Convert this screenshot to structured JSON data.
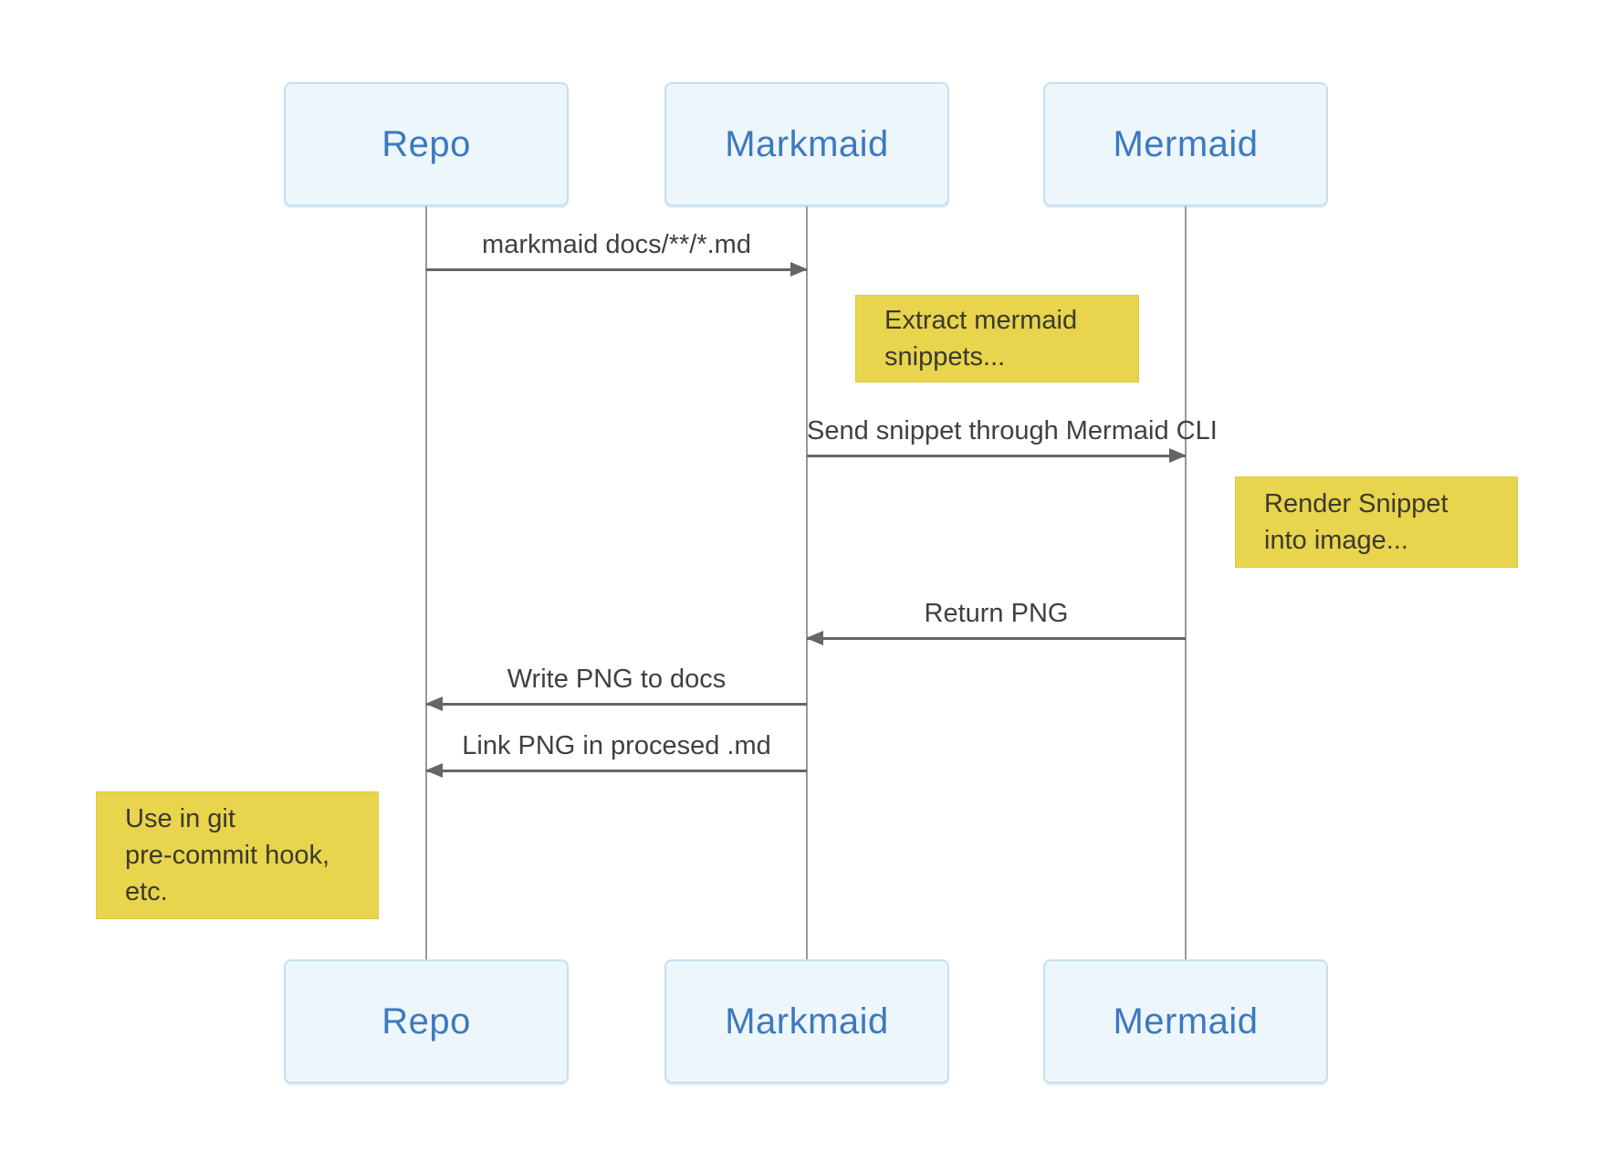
{
  "diagram": {
    "type": "sequence-diagram",
    "actors": [
      {
        "id": "repo",
        "label": "Repo"
      },
      {
        "id": "markmaid",
        "label": "Markmaid"
      },
      {
        "id": "mermaid",
        "label": "Mermaid"
      }
    ],
    "messages": [
      {
        "text": "markmaid docs/**/*.md",
        "from": "repo",
        "to": "markmaid",
        "direction": "right"
      },
      {
        "text": "Send snippet through Mermaid CLI",
        "from": "markmaid",
        "to": "mermaid",
        "direction": "right"
      },
      {
        "text": "Return PNG",
        "from": "mermaid",
        "to": "markmaid",
        "direction": "left"
      },
      {
        "text": "Write PNG to docs",
        "from": "markmaid",
        "to": "repo",
        "direction": "left"
      },
      {
        "text": "Link PNG in procesed .md",
        "from": "markmaid",
        "to": "repo",
        "direction": "left"
      }
    ],
    "notes": [
      {
        "text": "Extract mermaid\nsnippets...",
        "position": "right-of-markmaid"
      },
      {
        "text": "Render Snippet\ninto image...",
        "position": "right-of-mermaid"
      },
      {
        "text": "Use in git\npre-commit hook,\netc.",
        "position": "left-of-repo"
      }
    ]
  },
  "colors": {
    "background": "#ffffff",
    "actor_fill": "#edf6fb",
    "actor_border": "#c5e0f1",
    "actor_text": "#3d79c0",
    "lifeline": "#999999",
    "arrow": "#666666",
    "message_text": "#404040",
    "note_fill": "#e8d44d",
    "note_border": "#ddca41",
    "note_text": "#3b3a2e"
  }
}
